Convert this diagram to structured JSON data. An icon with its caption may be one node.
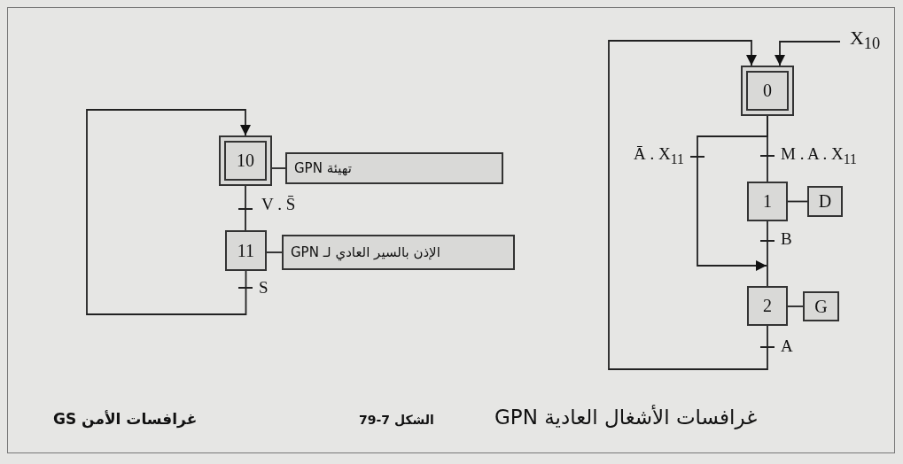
{
  "diagram": {
    "nodes": [
      {
        "text": [
          "10"
        ]
      },
      {
        "text": [
          "تهيئة GPN"
        ]
      },
      {
        "text": [
          "11"
        ]
      },
      {
        "text": [
          "الإذن بالسير العادي لـ GPN"
        ]
      },
      {
        "text": [
          "0"
        ]
      },
      {
        "text": [
          "1"
        ]
      },
      {
        "text": [
          "D"
        ]
      },
      {
        "text": [
          "2"
        ]
      },
      {
        "text": [
          "G"
        ]
      },
      {
        "text": [
          "X$_{10}$"
        ]
      }
    ],
    "edges": [
      {
        "from": 0,
        "to": 2,
        "arrow": "none",
        "label": "V . S̄"
      },
      {
        "from": 2,
        "to": 0,
        "arrow": "to",
        "label": "S"
      },
      {
        "from": 0,
        "to": 1,
        "arrow": "none"
      },
      {
        "from": 2,
        "to": 3,
        "arrow": "none"
      },
      {
        "from": 4,
        "to": 5,
        "arrow": "none",
        "label": "M . A . X$_{11}$"
      },
      {
        "from": 4,
        "to": 7,
        "arrow": "to",
        "label": "Ā . X$_{11}$"
      },
      {
        "from": 5,
        "to": 7,
        "arrow": "none",
        "label": "B"
      },
      {
        "from": 7,
        "to": 4,
        "arrow": "to",
        "label": "A"
      },
      {
        "from": 5,
        "to": 6,
        "arrow": "none"
      },
      {
        "from": 7,
        "to": 8,
        "arrow": "none"
      },
      {
        "from": 9,
        "to": 4,
        "arrow": "to"
      }
    ],
    "labels": [
      "غرافسات الأمن GS",
      "الشكل 7-79",
      "غرافسات الأشغال العادية GPN"
    ]
  }
}
